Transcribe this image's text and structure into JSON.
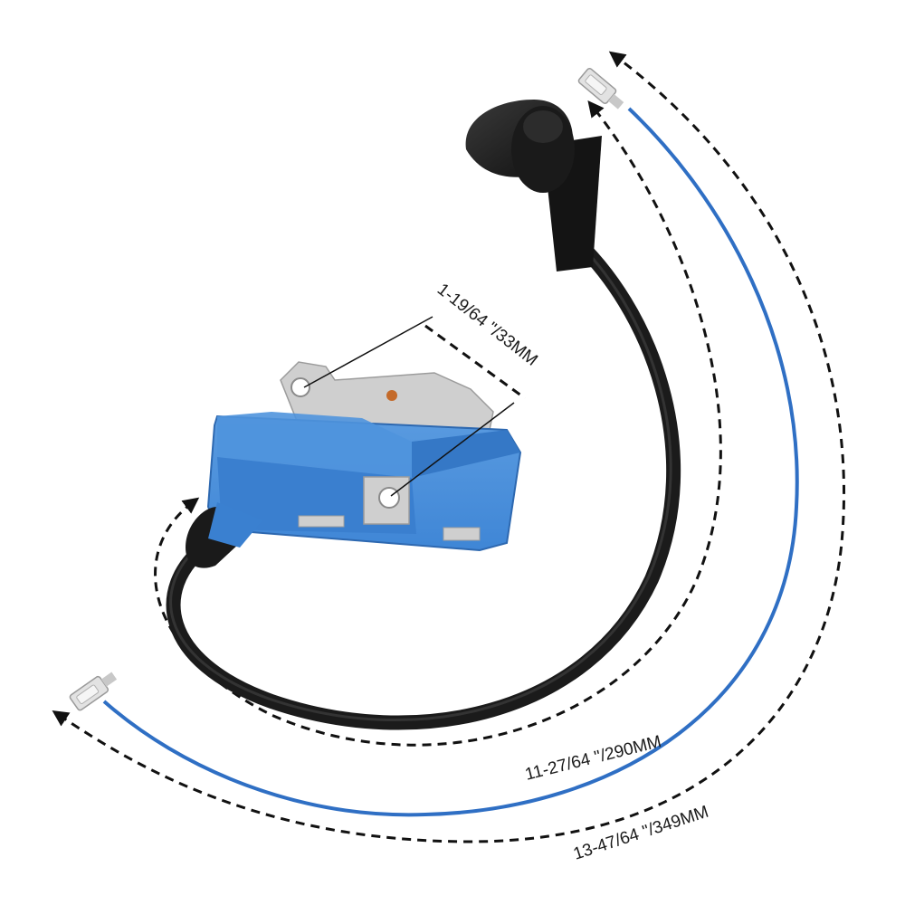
{
  "product": {
    "name": "ignition-coil",
    "colors": {
      "coil_body": "#3f86d6",
      "coil_body_shadow": "#2d68b0",
      "hv_lead": "#1b1b1b",
      "spark_cap": "#1c1c1c",
      "ground_wire": "#2f6fc4",
      "terminal": "#d9d9d9",
      "mount_plate": "#cfcfcf",
      "arrow": "#111111"
    }
  },
  "dimensions": {
    "mount_hole_spacing": "1-19/64 \"/33MM",
    "hv_lead_length": "11-27/64 \"/290MM",
    "ground_wire_length": "13-47/64 \"/349MM"
  }
}
